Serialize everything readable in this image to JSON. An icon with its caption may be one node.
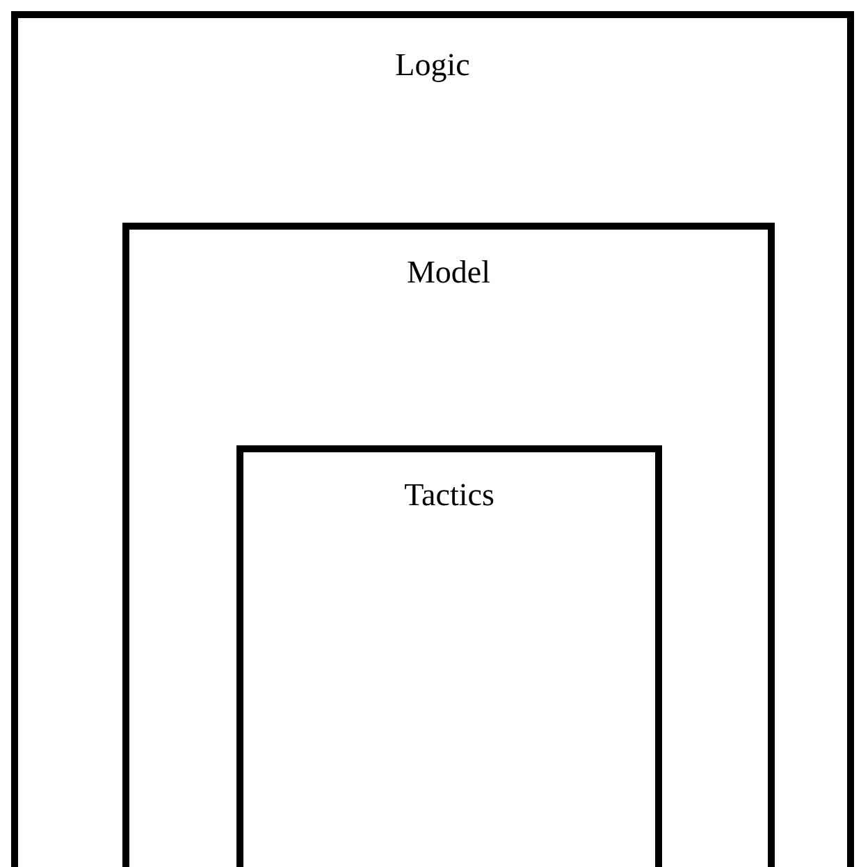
{
  "diagram": {
    "nodes": [
      {
        "text": [
          "Logic"
        ]
      },
      {
        "text": [
          "Model"
        ],
        "in": 0
      },
      {
        "text": [
          "Tactics"
        ],
        "in": 1
      }
    ]
  }
}
